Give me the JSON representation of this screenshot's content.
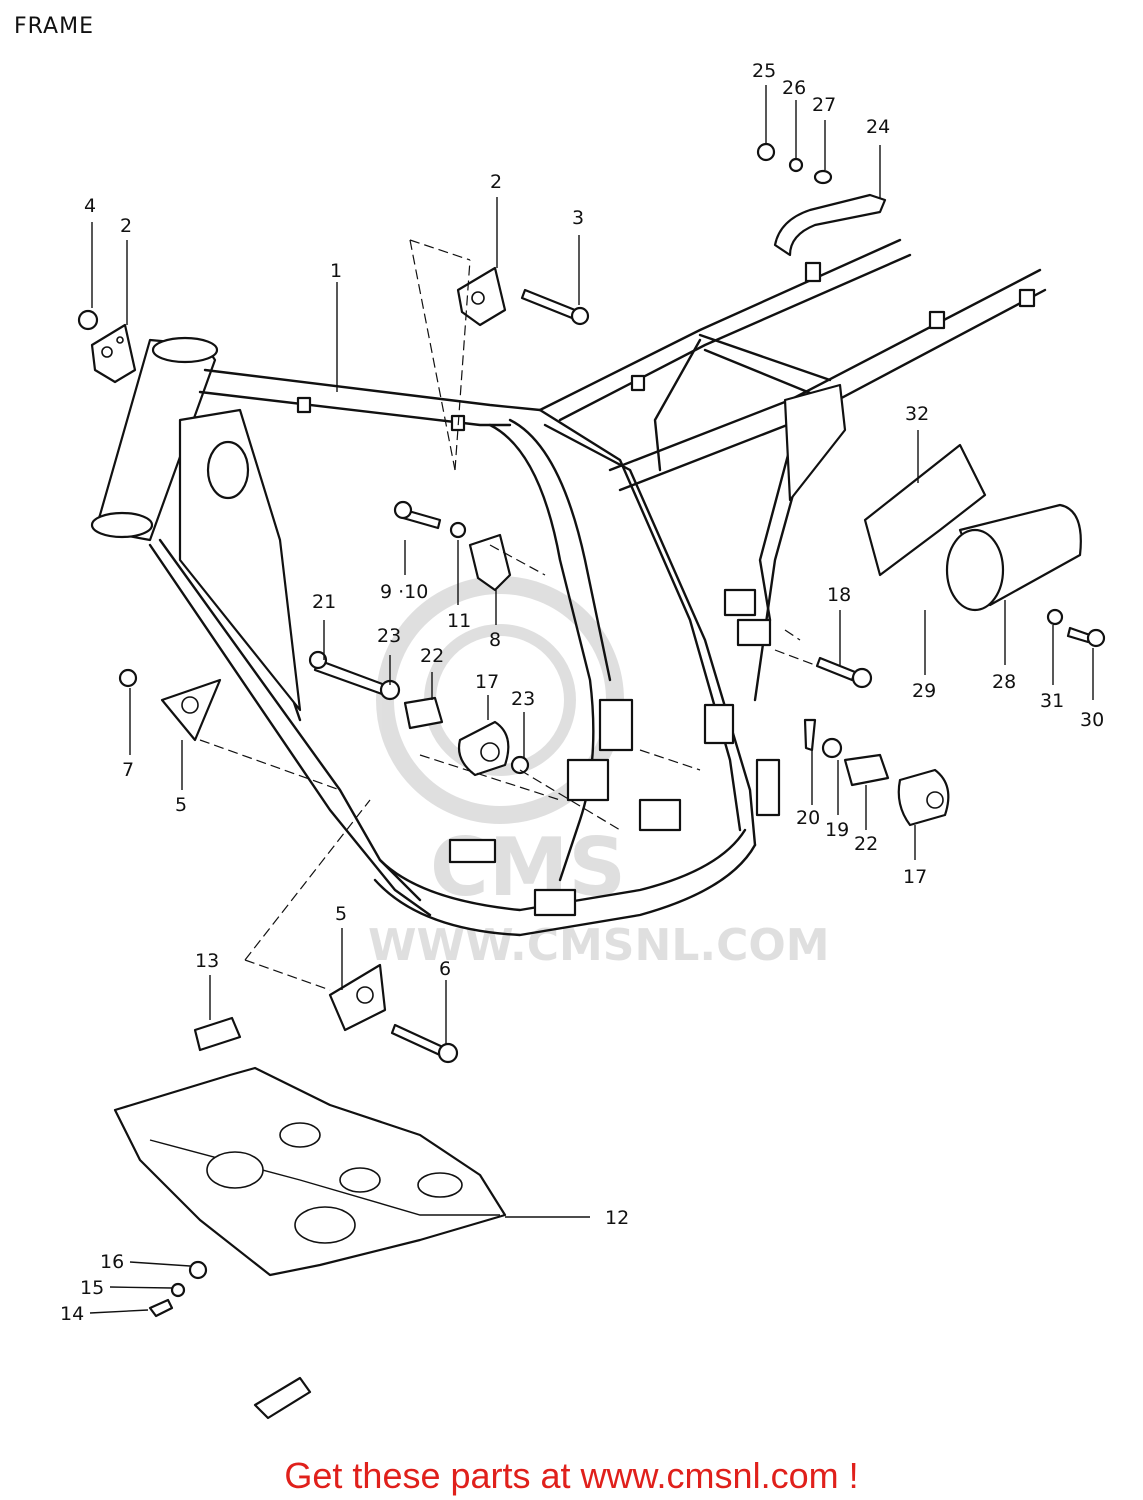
{
  "title": "FRAME",
  "watermark": {
    "text": "WWW.CMSNL.COM",
    "logo": "CMS"
  },
  "callouts": [
    "1",
    "2",
    "2",
    "3",
    "4",
    "5",
    "5",
    "6",
    "7",
    "8",
    "9 ·10",
    "11",
    "12",
    "13",
    "14",
    "15",
    "16",
    "17",
    "17",
    "18",
    "19",
    "20",
    "21",
    "22",
    "22",
    "23",
    "23",
    "24",
    "25",
    "26",
    "27",
    "28",
    "29",
    "30",
    "31",
    "32"
  ],
  "footer": {
    "link_text": "Get these parts at www.cmsnl.com !",
    "color": "#e0201b"
  }
}
